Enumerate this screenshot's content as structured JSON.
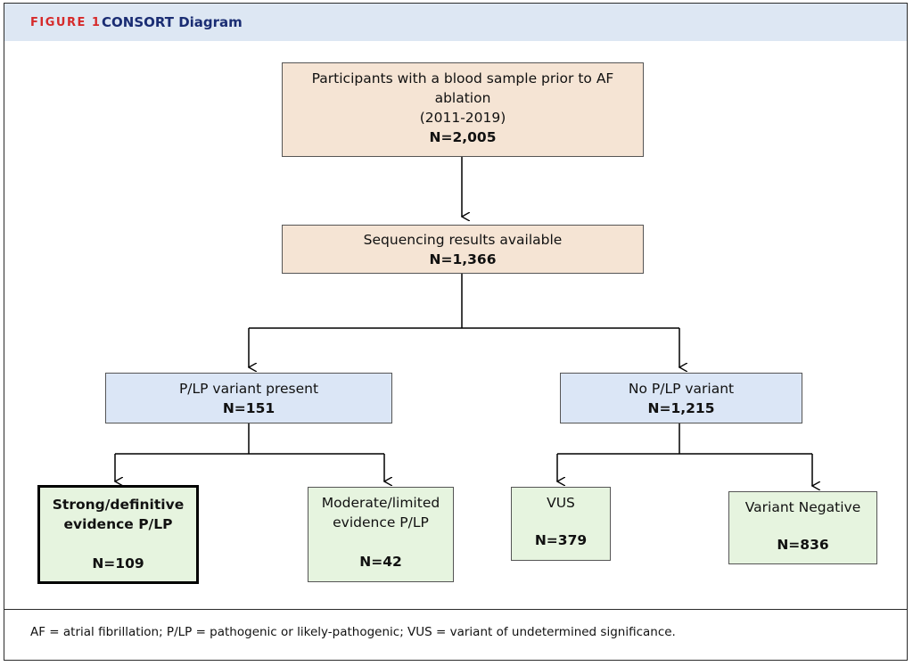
{
  "header": {
    "figure_label": "FIGURE 1",
    "title": "CONSORT Diagram"
  },
  "boxes": {
    "participants": {
      "line1": "Participants with a blood sample prior to AF",
      "line2": "ablation",
      "line3": "(2011-2019)",
      "count": "N=2,005"
    },
    "sequencing": {
      "label": "Sequencing results available",
      "count": "N=1,366"
    },
    "plp_present": {
      "label": "P/LP variant present",
      "count": "N=151"
    },
    "no_plp": {
      "label": "No P/LP variant",
      "count": "N=1,215"
    },
    "strong": {
      "line1": "Strong/definitive",
      "line2": "evidence P/LP",
      "count": "N=109"
    },
    "moderate": {
      "line1": "Moderate/limited",
      "line2": "evidence P/LP",
      "count": "N=42"
    },
    "vus": {
      "label": "VUS",
      "count": "N=379"
    },
    "negative": {
      "label": "Variant Negative",
      "count": "N=836"
    }
  },
  "colors": {
    "header_bg": "#dde7f3",
    "figure_label": "#d62a2a",
    "title": "#1a2d73",
    "tan_box": "#f5e4d4",
    "blue_box": "#dbe6f6",
    "green_box": "#e6f4df"
  },
  "footnote": "AF = atrial fibrillation; P/LP = pathogenic or likely-pathogenic; VUS = variant of undetermined significance."
}
